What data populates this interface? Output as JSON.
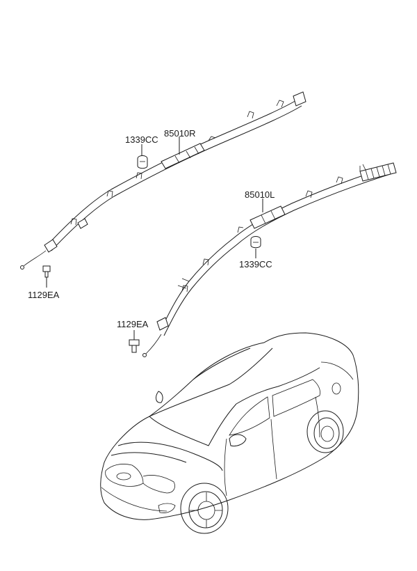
{
  "diagram": {
    "parts": {
      "clip_right": "1339CC",
      "airbag_right": "85010R",
      "bolt_right": "1129EA",
      "airbag_left": "85010L",
      "clip_left": "1339CC",
      "bolt_left": "1129EA"
    }
  }
}
